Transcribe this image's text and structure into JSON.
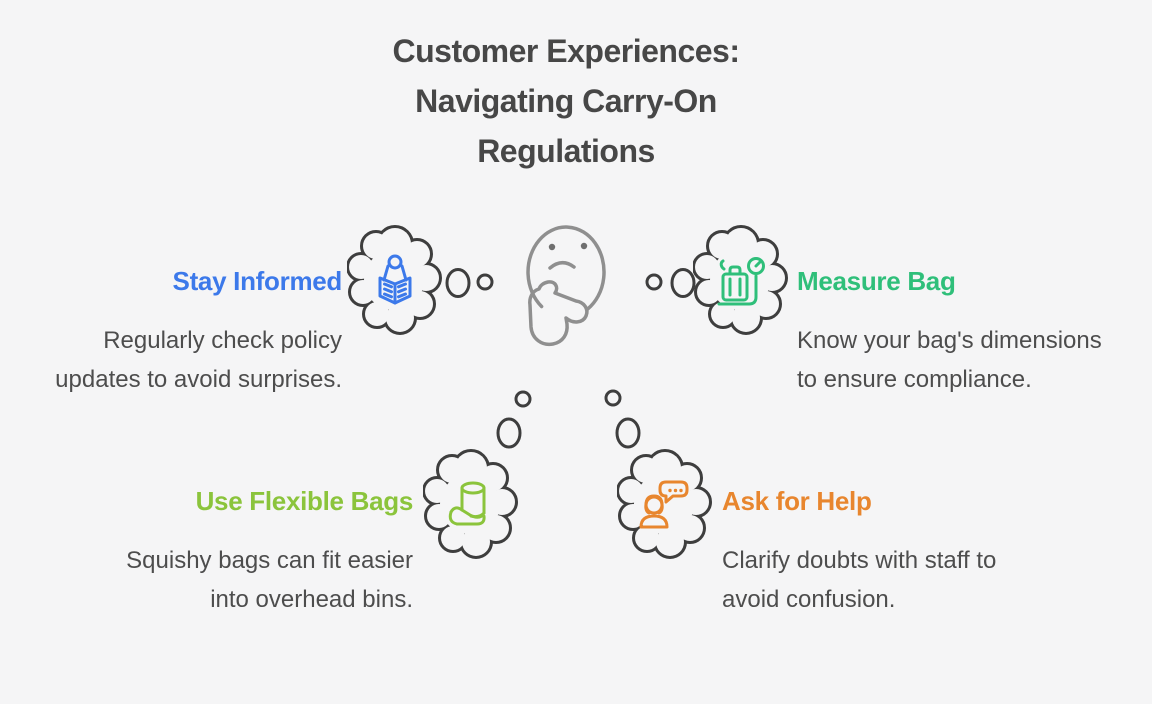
{
  "page": {
    "background_color": "#f5f5f6",
    "title_color": "#474747",
    "body_text_color": "#4d4d4d",
    "outline_color": "#3e3e3e",
    "figure_color": "#8f8f8f"
  },
  "title": {
    "text": "Customer Experiences:\nNavigating Carry-On\nRegulations"
  },
  "center_figure": {
    "name": "thinking-person-figure",
    "description_icon": "thinking-face-with-hand-on-chin"
  },
  "items": [
    {
      "id": "stay-informed",
      "label": "Stay Informed",
      "description": "Regularly check policy\nupdates to avoid surprises.",
      "color": "#3c79ea",
      "icon": "reading-book-icon",
      "position": "top-left"
    },
    {
      "id": "measure-bag",
      "label": "Measure Bag",
      "description": "Know your bag's dimensions\nto ensure compliance.",
      "color": "#2fbf7a",
      "icon": "luggage-scale-icon",
      "position": "top-right"
    },
    {
      "id": "use-flexible-bags",
      "label": "Use Flexible Bags",
      "description": "Squishy bags can fit easier\ninto overhead bins.",
      "color": "#8bc43c",
      "icon": "hand-holding-bag-icon",
      "position": "bottom-left"
    },
    {
      "id": "ask-for-help",
      "label": "Ask for Help",
      "description": "Clarify doubts with staff to\navoid confusion.",
      "color": "#e8862e",
      "icon": "person-speech-bubble-icon",
      "position": "bottom-right"
    }
  ]
}
